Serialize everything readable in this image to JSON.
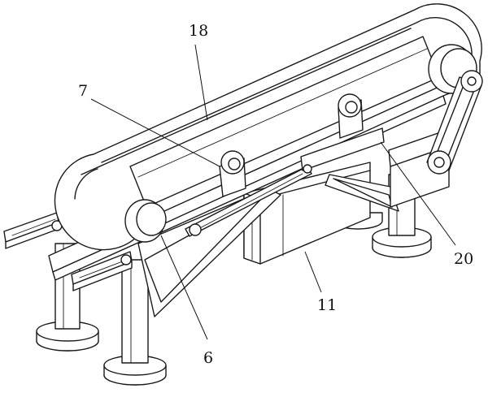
{
  "labels": {
    "belt": "18",
    "roller": "7",
    "frame": "6",
    "base": "11",
    "drive": "20"
  }
}
